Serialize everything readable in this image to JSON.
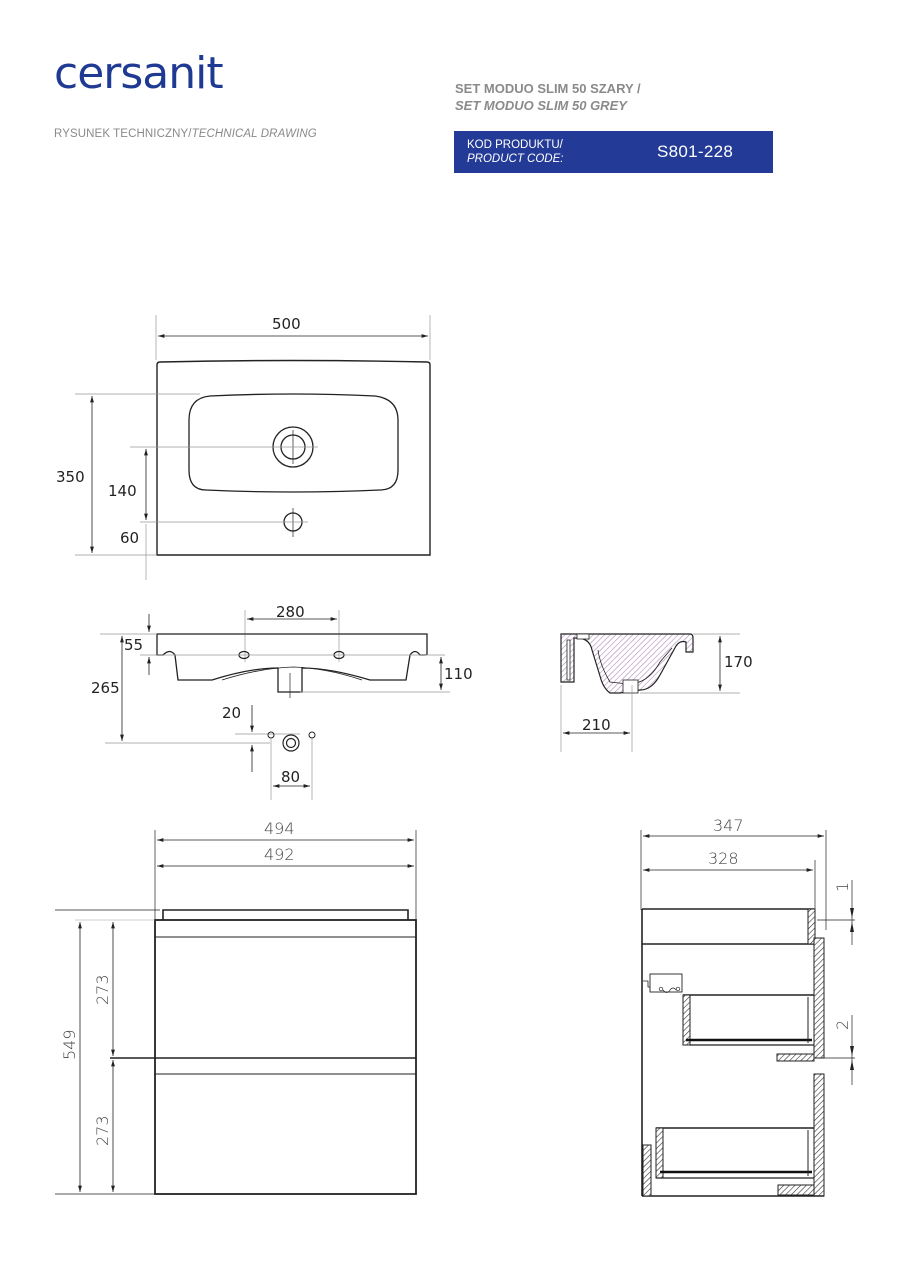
{
  "header": {
    "logo": "cersanit",
    "subtitle_pl": "RYSUNEK TECHNICZNY/",
    "subtitle_en": "TECHNICAL DRAWING",
    "product_title_pl": "SET MODUO SLIM 50 SZARY /",
    "product_title_en": "SET MODUO SLIM 50 GREY",
    "code_label_pl": "KOD PRODUKTU/",
    "code_label_en": "PRODUCT CODE:",
    "code_value": "S801-228",
    "brand_color": "#233b96"
  },
  "basin_top_view": {
    "width": "500",
    "depth": "350",
    "drain_offset": "140",
    "tap_hole_offset": "60"
  },
  "basin_front_view": {
    "overflow_spacing": "280",
    "rim_height": "55",
    "total_height": "265",
    "bowl_depth": "110",
    "outlet_offset": "20",
    "outlet_spacing": "80"
  },
  "basin_side_section": {
    "height": "170",
    "drain_distance": "210"
  },
  "cabinet_front_view": {
    "outer_width": "494",
    "inner_width": "492",
    "total_height": "549",
    "drawer_top_height": "273",
    "drawer_bottom_height": "273"
  },
  "cabinet_side_view": {
    "outer_depth": "347",
    "inner_depth": "328",
    "gap_top": "1",
    "gap_middle": "2"
  }
}
